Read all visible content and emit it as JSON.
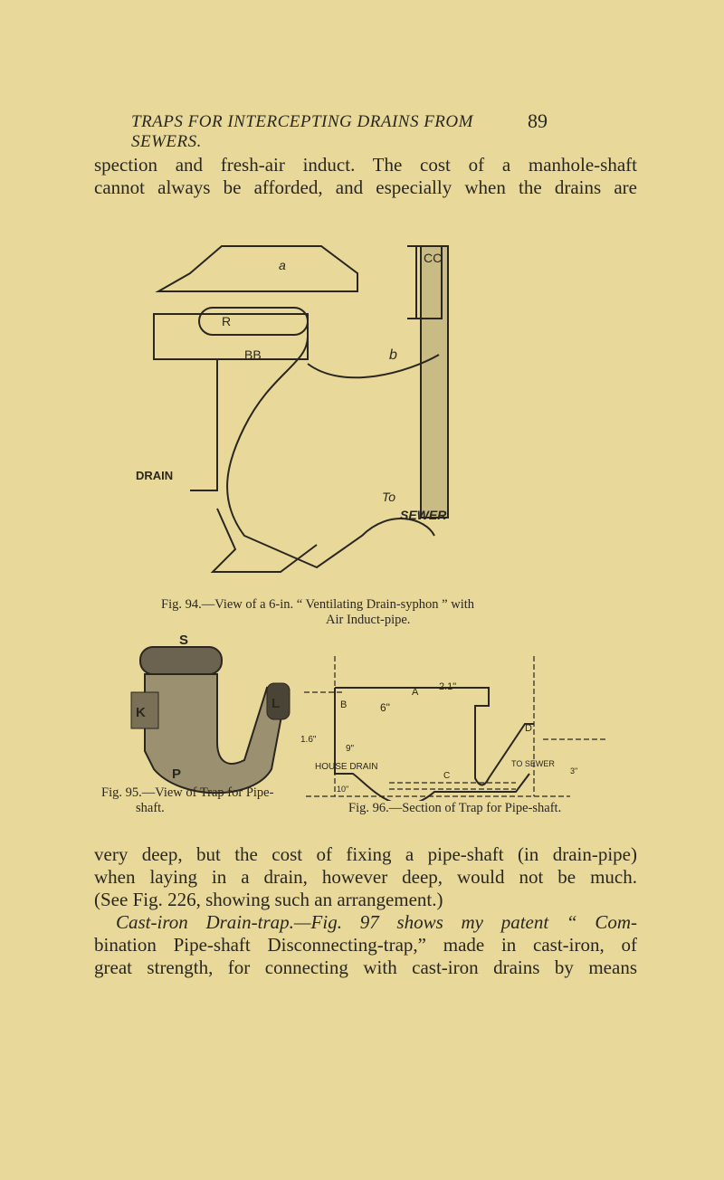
{
  "header": {
    "running_title": "TRAPS FOR INTERCEPTING DRAINS FROM SEWERS.",
    "page_number": "89"
  },
  "text_top": [
    "spection and fresh-air induct. The cost of a manhole-shaft",
    "cannot always be afforded, and especially when the drains are"
  ],
  "fig94": {
    "caption_line1": "Fig. 94.—View of a 6-in. “ Ventilating Drain-syphon ” with",
    "caption_line2": "Air Induct-pipe.",
    "labels": {
      "cc": "CC",
      "a": "a",
      "r": "R",
      "bb": "BB",
      "b": "b",
      "drain": "DRAIN",
      "to": "To",
      "sewer": "SEWER"
    }
  },
  "fig95": {
    "caption_line1": "Fig. 95.—View of Trap for Pipe-",
    "caption_line2": "shaft.",
    "labels": {
      "s": "S",
      "k": "K",
      "l": "L",
      "p": "P"
    }
  },
  "fig96": {
    "caption": "Fig. 96.—Section of Trap for Pipe-shaft.",
    "labels": {
      "a": "A",
      "dim_width": "2.1\"",
      "b": "B",
      "six": "6\"",
      "d": "D",
      "house_drain": "HOUSE DRAIN",
      "to_sewer": "TO SEWER",
      "c": "C",
      "nine": "9\"",
      "one_six": "1.6\"",
      "ten": "10\"",
      "three": "3\""
    }
  },
  "text_bottom": [
    "very deep, but the cost of fixing a pipe-shaft (in drain-pipe)",
    "when laying in a drain, however deep, would not be much.",
    "(See Fig. 226, showing such an arrangement.)",
    "Cast-iron Drain-trap.—Fig. 97 shows my patent “ Com-",
    "bination Pipe-shaft Disconnecting-trap,” made in cast-iron, of",
    "great strength, for connecting with cast-iron drains by means"
  ]
}
